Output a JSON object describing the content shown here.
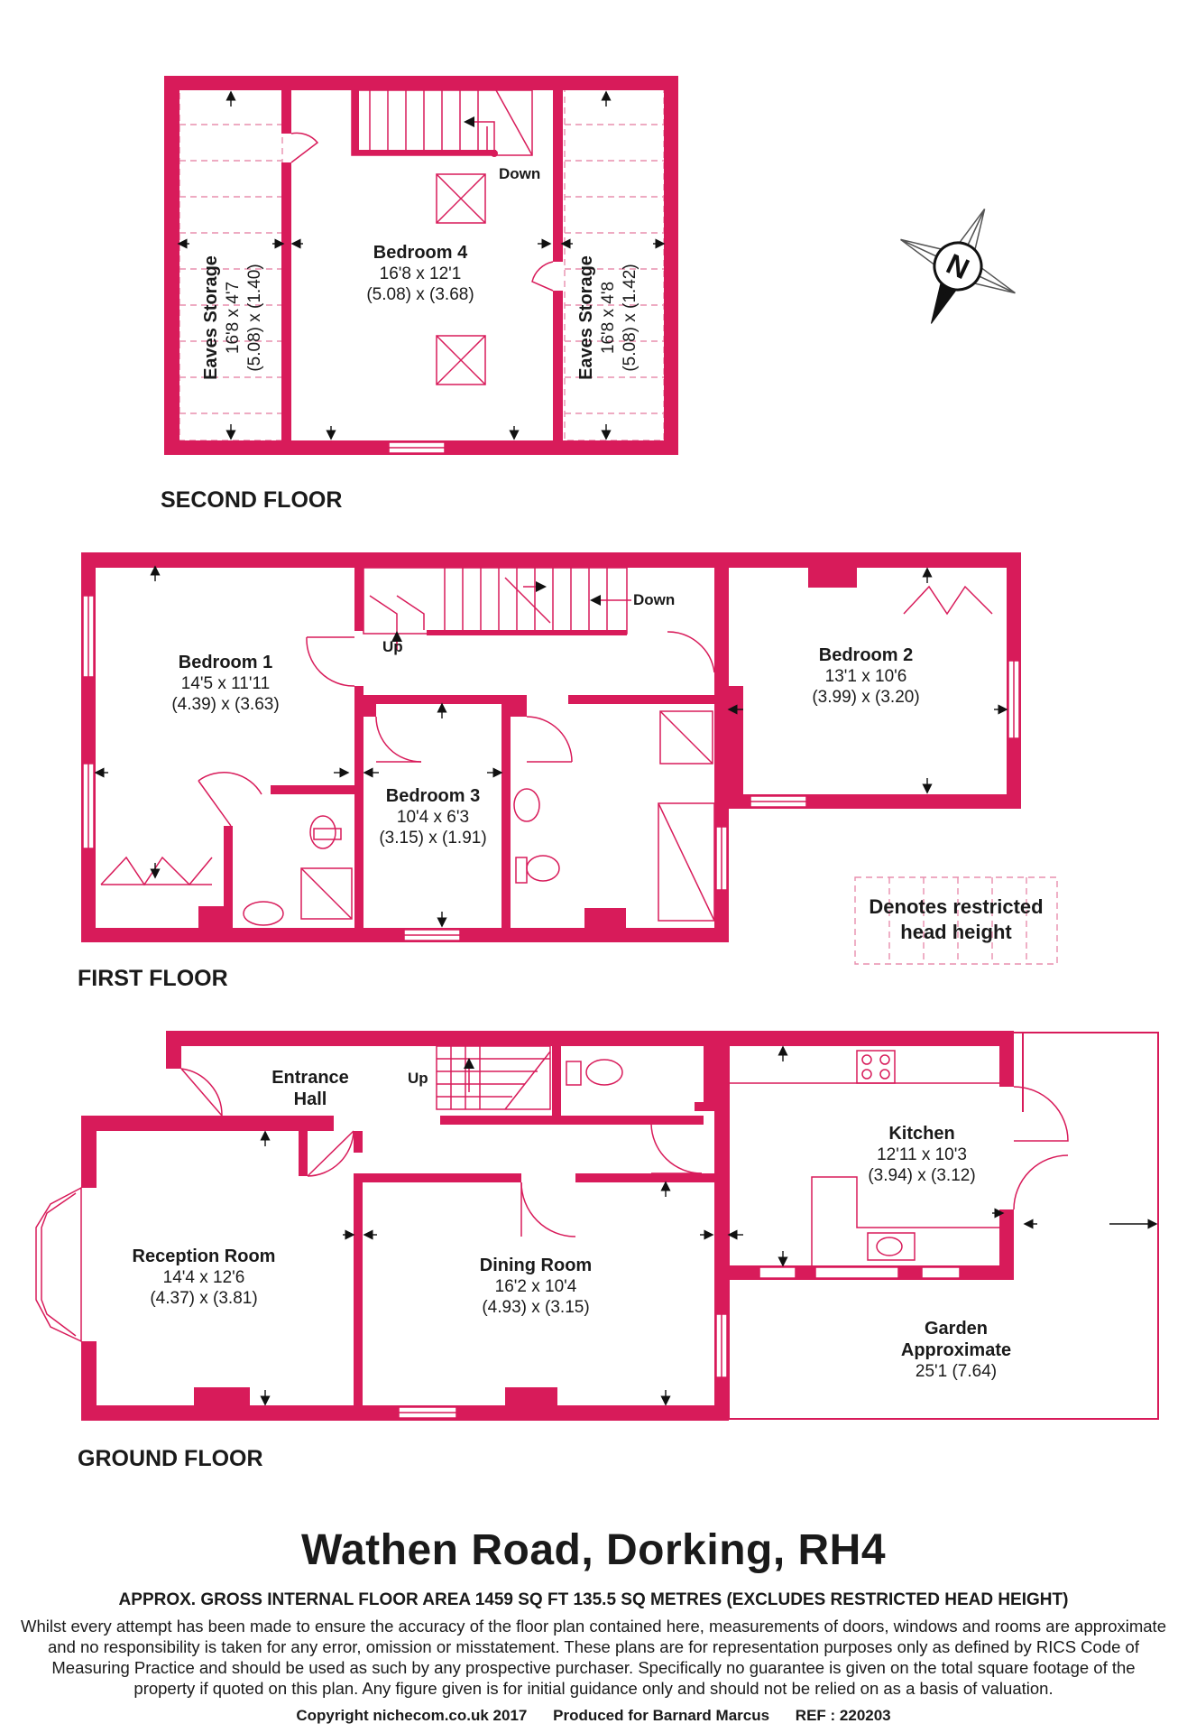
{
  "second_floor": {
    "label": "SECOND FLOOR",
    "bedroom4": {
      "name": "Bedroom 4",
      "imperial": "16'8 x 12'1",
      "metric": "(5.08) x (3.68)"
    },
    "eaves_left": {
      "name": "Eaves Storage",
      "imperial": "16'8 x 4'7",
      "metric": "(5.08) x (1.40)"
    },
    "eaves_right": {
      "name": "Eaves Storage",
      "imperial": "16'8 x 4'8",
      "metric": "(5.08) x (1.42)"
    },
    "stairs_label": "Down"
  },
  "first_floor": {
    "label": "FIRST FLOOR",
    "bedroom1": {
      "name": "Bedroom 1",
      "imperial": "14'5 x 11'11",
      "metric": "(4.39) x (3.63)"
    },
    "bedroom2": {
      "name": "Bedroom 2",
      "imperial": "13'1 x 10'6",
      "metric": "(3.99) x (3.20)"
    },
    "bedroom3": {
      "name": "Bedroom 3",
      "imperial": "10'4 x 6'3",
      "metric": "(3.15) x (1.91)"
    },
    "stairs_up": "Up",
    "stairs_down": "Down"
  },
  "ground_floor": {
    "label": "GROUND FLOOR",
    "entrance": {
      "line1": "Entrance",
      "line2": "Hall"
    },
    "stairs_up": "Up",
    "kitchen": {
      "name": "Kitchen",
      "imperial": "12'11 x 10'3",
      "metric": "(3.94) x (3.12)"
    },
    "reception": {
      "name": "Reception Room",
      "imperial": "14'4 x 12'6",
      "metric": "(4.37) x (3.81)"
    },
    "dining": {
      "name": "Dining Room",
      "imperial": "16'2 x 10'4",
      "metric": "(4.93) x (3.15)"
    },
    "garden": {
      "line1": "Garden",
      "line2": "Approximate",
      "dim": "25'1 (7.64)"
    }
  },
  "legend": {
    "line1": "Denotes restricted",
    "line2": "head height"
  },
  "compass": {
    "label": "N"
  },
  "address": "Wathen Road, Dorking, RH4",
  "area_text": "APPROX. GROSS INTERNAL FLOOR AREA 1459 SQ FT 135.5 SQ METRES (EXCLUDES RESTRICTED HEAD HEIGHT)",
  "disclaimer": "Whilst every attempt has been made to ensure the accuracy of the floor plan contained here, measurements of doors, windows and rooms are approximate and no responsibility is taken for any error, omission or misstatement. These plans are for representation purposes only as defined by RICS Code of Measuring Practice and should be used as such by any prospective purchaser.  Specifically no guarantee is given on the total square footage of the property if quoted on this plan. Any figure given is for initial guidance only and should not be relied on as a basis of valuation.",
  "credits": {
    "copyright": "Copyright nichecom.co.uk 2017",
    "produced": "Produced for Barnard Marcus",
    "ref": "REF : 220203"
  },
  "colors": {
    "wall": "#d81b5a",
    "restricted": "#e88fae",
    "text": "#1a1a1a"
  }
}
